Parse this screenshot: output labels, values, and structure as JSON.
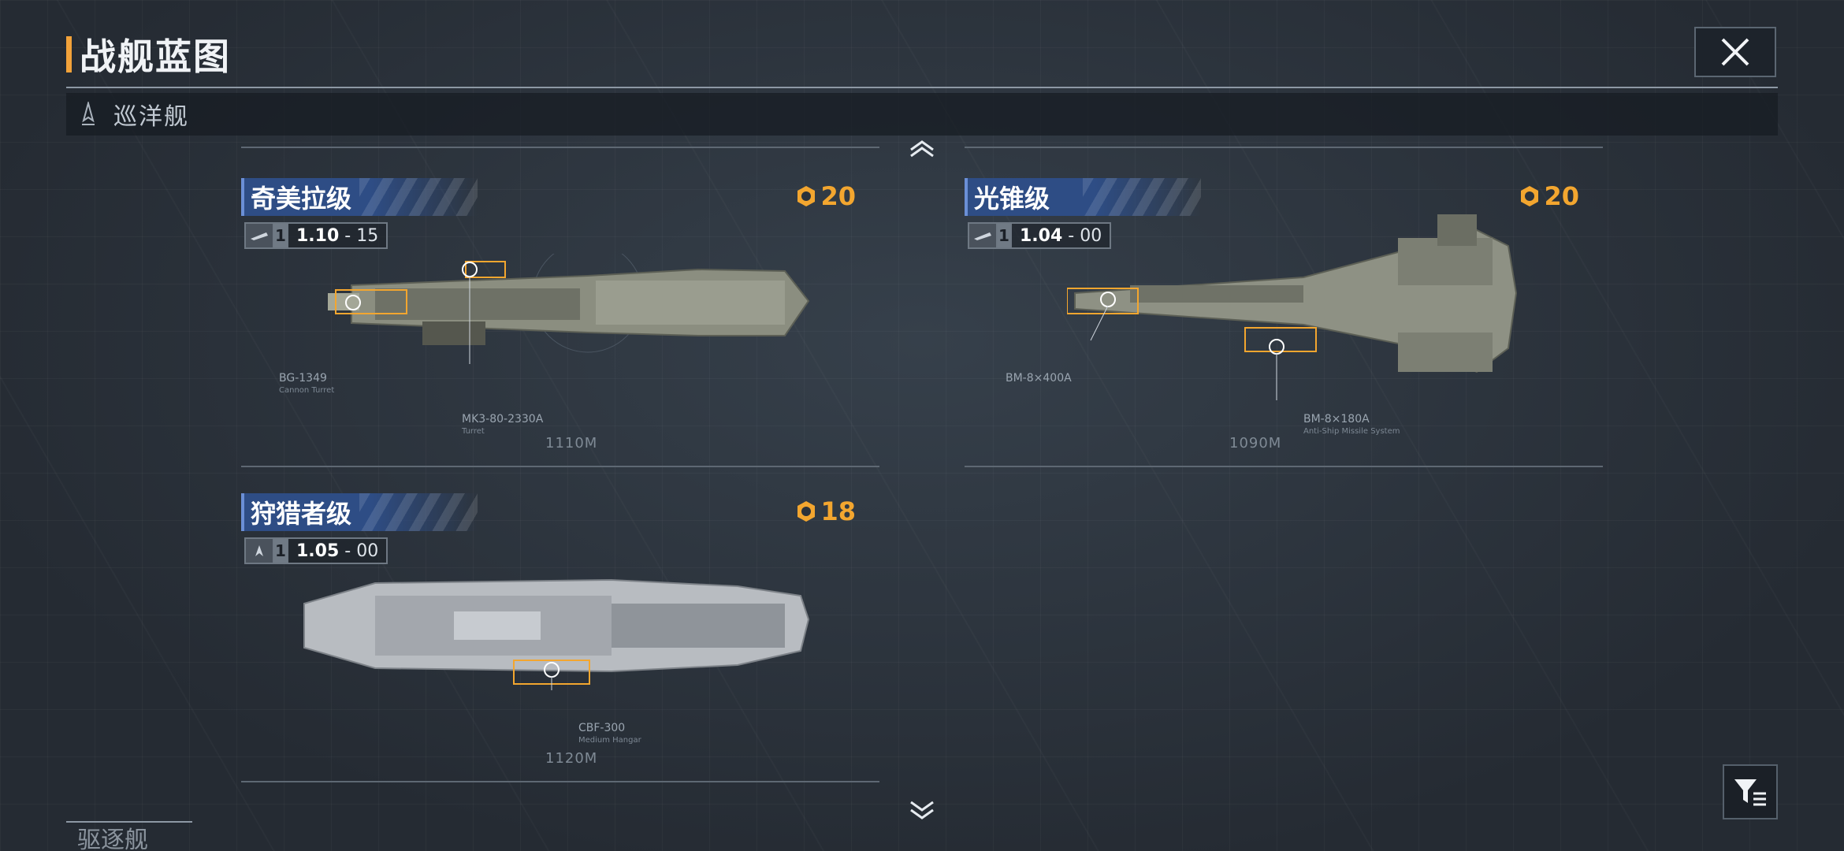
{
  "header": {
    "title": "战舰蓝图",
    "close_icon": "close-icon"
  },
  "category": {
    "label": "巡洋舰",
    "icon": "cruiser-icon"
  },
  "ships": [
    {
      "name": "奇美拉级",
      "cost": "20",
      "tier": "1",
      "version_main": "1.10",
      "version_sub": "15",
      "weapons": [
        {
          "code": "BG-1349",
          "desc": "Cannon Turret"
        },
        {
          "code": "MK3-80-2330A",
          "desc": "Turret"
        }
      ],
      "length": "1110M"
    },
    {
      "name": "光锥级",
      "cost": "20",
      "tier": "1",
      "version_main": "1.04",
      "version_sub": "00",
      "weapons": [
        {
          "code": "BM-8×400A",
          "desc": ""
        },
        {
          "code": "BM-8×180A",
          "desc": "Anti-Ship Missile System"
        }
      ],
      "length": "1090M"
    },
    {
      "name": "狩猎者级",
      "cost": "18",
      "tier": "1",
      "version_main": "1.05",
      "version_sub": "00",
      "weapons": [
        {
          "code": "CBF-300",
          "desc": "Medium Hangar"
        }
      ],
      "length": "1120M"
    }
  ],
  "footer": {
    "partial_tab": "驱逐舰",
    "filter_icon": "filter-icon"
  },
  "colors": {
    "accent": "#f2a23a",
    "cost": "#f3a62f",
    "name_tag": "#2e4d85",
    "bg": "#2b323b"
  }
}
